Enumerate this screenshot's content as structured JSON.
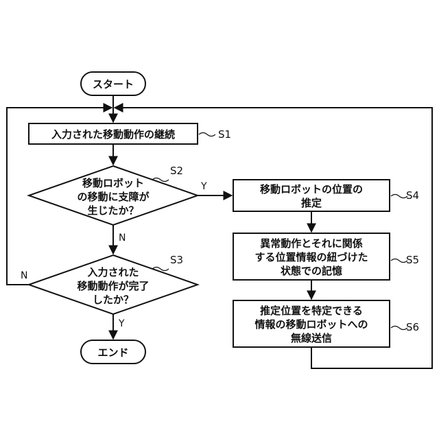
{
  "flowchart": {
    "start": "スタート",
    "end": "エンド",
    "steps": {
      "s1": {
        "label": "S1",
        "lines": [
          "入力された移動動作の継続"
        ]
      },
      "s2": {
        "label": "S2",
        "lines": [
          "移動ロボット",
          "の移動に支障が",
          "生じたか？"
        ]
      },
      "s3": {
        "label": "S3",
        "lines": [
          "入力された",
          "移動動作が完了",
          "したか？"
        ]
      },
      "s4": {
        "label": "S4",
        "lines": [
          "移動ロボットの位置の",
          "推定"
        ]
      },
      "s5": {
        "label": "S5",
        "lines": [
          "異常動作とそれに関係",
          "する位置情報の紐づけた",
          "状態での記憶"
        ]
      },
      "s6": {
        "label": "S6",
        "lines": [
          "推定位置を特定できる",
          "情報の移動ロボットへの",
          "無線送信"
        ]
      }
    },
    "branches": {
      "s2_yes": "Y",
      "s2_no": "N",
      "s3_yes": "Y",
      "s3_no": "N"
    }
  }
}
